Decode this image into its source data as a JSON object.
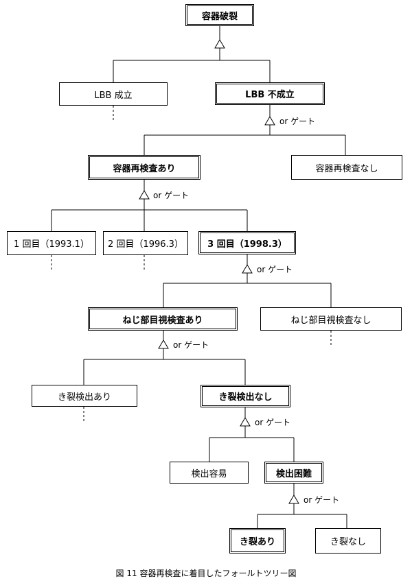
{
  "nodes": {
    "root": "容器破裂",
    "lbb_ok": "LBB 成立",
    "lbb_ng": "LBB 不成立",
    "reinspect_yes": "容器再検査あり",
    "reinspect_no": "容器再検査なし",
    "insp1": "1 回目（1993.1）",
    "insp2": "2 回目（1996.3）",
    "insp3": "3 回目（1998.3）",
    "visual_yes": "ねじ部目視検査あり",
    "visual_no": "ねじ部目視検査なし",
    "crack_detected": "き裂検出あり",
    "crack_not_detected": "き裂検出なし",
    "detect_easy": "検出容易",
    "detect_hard": "検出困難",
    "crack_yes": "き裂あり",
    "crack_no": "き裂なし"
  },
  "gate_label": "or ゲート",
  "caption": "図 11  容器再検査に着目したフォールトツリー図"
}
